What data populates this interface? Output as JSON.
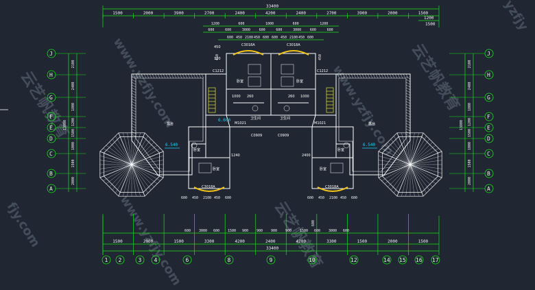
{
  "total_dim": "33400",
  "top_dims": [
    "1500",
    "2000",
    "3900",
    "2700",
    "2400",
    "4200",
    "2400",
    "2700",
    "3900",
    "2000",
    "1500"
  ],
  "top_right_dims": [
    "1200",
    "1500"
  ],
  "top_mid_dims": [
    "1200",
    "600",
    "1000",
    "600",
    "1200"
  ],
  "top_inner_dims": [
    "600",
    "600",
    "3000",
    "600",
    "600",
    "3000",
    "600",
    "600"
  ],
  "top_window_dims": [
    "600",
    "450",
    "2100",
    "450",
    "600"
  ],
  "top_window_dims_r": [
    "600",
    "450",
    "2100",
    "450",
    "600"
  ],
  "top_small": [
    "450",
    "450"
  ],
  "bottom_total": "33400",
  "bottom_dims_1": [
    "600",
    "3000",
    "600",
    "1500",
    "900",
    "900",
    "900",
    "900",
    "1500",
    "600",
    "3000",
    "600"
  ],
  "bottom_dims_2": [
    "1500",
    "2000",
    "1500",
    "3300",
    "4200",
    "2400",
    "4200",
    "3300",
    "1500",
    "2000",
    "1500"
  ],
  "bottom_window_dims_l": [
    "600",
    "450",
    "2100",
    "450",
    "600"
  ],
  "bottom_window_dims_r": [
    "600",
    "450",
    "2100",
    "450",
    "600"
  ],
  "bottom_small": [
    "600"
  ],
  "axes_bottom": [
    "1",
    "2",
    "3",
    "4",
    "6",
    "8",
    "9",
    "10",
    "12",
    "14",
    "15",
    "16",
    "17"
  ],
  "axes_left": [
    "J",
    "H",
    "G",
    "F",
    "E",
    "D",
    "C",
    "B",
    "A"
  ],
  "axes_right": [
    "J",
    "H",
    "G",
    "F",
    "E",
    "D",
    "C",
    "B",
    "A"
  ],
  "side_dims": [
    "2100",
    "2400",
    "1800",
    "1200",
    "1500",
    "1000",
    "1500",
    "2000",
    "1500"
  ],
  "side_total": "13800",
  "labels": {
    "window_top_l": "C3018A",
    "window_top_r": "C3018A",
    "window_bot_l": "C3018A",
    "window_bot_r": "C3018A",
    "win_c1212_l": "C1212",
    "win_c1212_r": "C1212",
    "c0909_l": "C0909",
    "c0909_r": "C0909",
    "m1021_l": "M1021",
    "m1021_r": "M1021",
    "terrace_l": "露台",
    "terrace_r": "露台",
    "wc_l": "卫生间",
    "wc_r": "卫生间",
    "bedroom": "卧室",
    "elev_l": "6.540",
    "elev_r": "6.540",
    "elev_c": "6.600",
    "n1000": "1000",
    "n260": "260",
    "n1240": "1240",
    "n2400": "2400",
    "n120": "120",
    "n450": "450"
  },
  "watermark": {
    "site": "www.yzfjy.com",
    "brand": "云艺帆教育",
    "tr": "yzfjy",
    "bl": "fjy.com"
  },
  "colors": {
    "background": "#212633",
    "dim_line": "#19e619",
    "wall": "#ffffff",
    "axis_circle": "#19e619",
    "window_mark": "#f5c518",
    "stair": "#ffff33",
    "elevation": "#19d3ff"
  }
}
